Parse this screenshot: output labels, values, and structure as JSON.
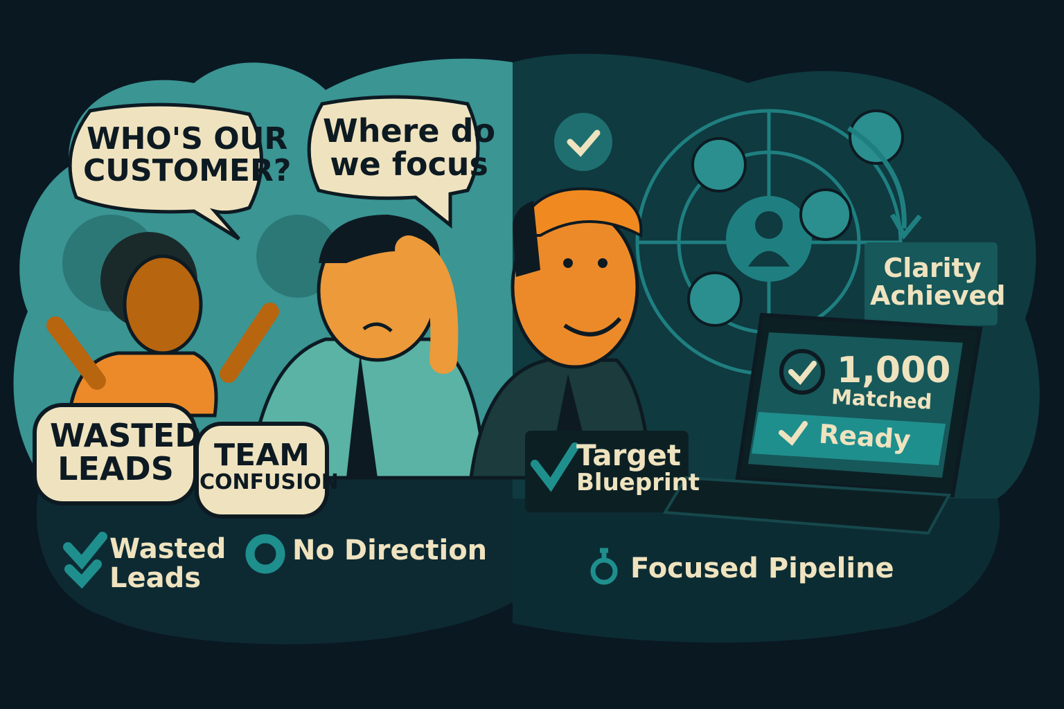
{
  "colors": {
    "background": "#0a1822",
    "left_panel": "#3a9593",
    "right_panel": "#0f3a40",
    "cream": "#efe3bf",
    "orange": "#ec8a2a",
    "teal_accent": "#1f7f80"
  },
  "left": {
    "bubble1": {
      "line1": "WHO'S OUR",
      "line2": "CUSTOMER?"
    },
    "bubble2": {
      "line1": "Where do",
      "line2": "we focus"
    },
    "tag1": {
      "line1": "WASTED",
      "line2": "LEADS"
    },
    "tag2": {
      "line1": "TEAM",
      "line2": "CONFUSION"
    },
    "legend1": {
      "icon": "check-icon",
      "line1": "Wasted",
      "line2": "Leads"
    },
    "legend2": {
      "icon": "circle-icon",
      "label": "No Direction"
    }
  },
  "right": {
    "clarity": {
      "line1": "Clarity",
      "line2": "Achieved"
    },
    "laptop": {
      "count": "1,000",
      "count_label": "Matched",
      "status": "Ready"
    },
    "blueprint": {
      "line1": "Target",
      "line2": "Blueprint"
    },
    "pipeline": {
      "icon": "stopwatch-icon",
      "label": "Focused Pipeline"
    }
  }
}
